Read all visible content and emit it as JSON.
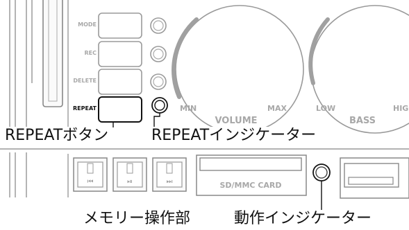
{
  "panel": {
    "buttons": [
      {
        "key": "mode",
        "label": "MODE"
      },
      {
        "key": "rec",
        "label": "REC"
      },
      {
        "key": "delete",
        "label": "DELETE"
      },
      {
        "key": "repeat",
        "label": "REPEAT"
      }
    ],
    "dials": {
      "volume": {
        "label": "VOLUME",
        "min_label": "MIN",
        "max_label": "MAX"
      },
      "bass": {
        "label": "BASS",
        "min_label": "LOW",
        "max_label": "HIG"
      }
    },
    "memory_buttons": [
      {
        "key": "prev",
        "glyph": "⏮"
      },
      {
        "key": "play_pause",
        "glyph": "⏯"
      },
      {
        "key": "next",
        "glyph": "⏭"
      }
    ],
    "card_slot_label": "SD/MMC CARD"
  },
  "callouts": {
    "repeat_button": "REPEATボタン",
    "repeat_indicator": "REPEATインジケーター",
    "memory_controls": "メモリー操作部",
    "activity_indicator": "動作インジケーター"
  },
  "colors": {
    "line": "#8c8c8c",
    "line_light": "#bdbdbd",
    "text_gray": "#a8a8a8",
    "dark": "#111111"
  }
}
